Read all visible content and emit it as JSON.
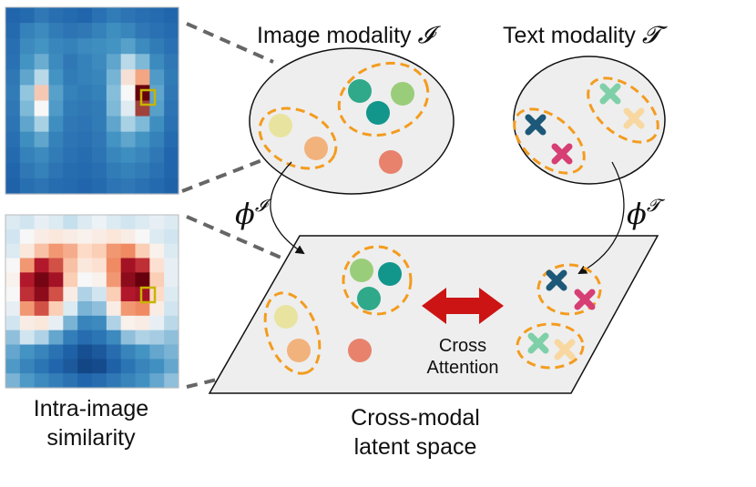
{
  "labels": {
    "image_modality": "Image modality",
    "image_symbol": "𝓘",
    "text_modality": "Text modality",
    "text_symbol": "𝓣",
    "phi": "ϕ",
    "cross_attention_line1": "Cross",
    "cross_attention_line2": "Attention",
    "intra_line1": "Intra-image",
    "intra_line2": "similarity",
    "latent_line1": "Cross-modal",
    "latent_line2": "latent space"
  },
  "colors": {
    "cluster_outline": "#f39c1f",
    "teal_dark": "#12968c",
    "teal": "#2fa98a",
    "green_light": "#9acd7a",
    "yellow_light": "#e8e4a0",
    "orange": "#f2b27c",
    "coral": "#e8826c",
    "navy": "#1d5878",
    "magenta": "#d63f74",
    "mint": "#7fd0a8",
    "peach": "#f8d8a0",
    "arrow_red": "#cc1414",
    "ellipse_fill": "#eeeeee"
  },
  "heatmaps": {
    "top": {
      "cmap": "blue",
      "grid": [
        [
          0.3,
          0.32,
          0.4,
          0.35,
          0.32,
          0.3,
          0.36,
          0.42,
          0.38,
          0.35,
          0.33,
          0.3
        ],
        [
          0.32,
          0.45,
          0.5,
          0.42,
          0.38,
          0.4,
          0.45,
          0.52,
          0.48,
          0.4,
          0.36,
          0.33
        ],
        [
          0.35,
          0.5,
          0.55,
          0.48,
          0.45,
          0.5,
          0.52,
          0.55,
          0.6,
          0.5,
          0.42,
          0.36
        ],
        [
          0.36,
          0.55,
          0.65,
          0.5,
          0.4,
          0.45,
          0.5,
          0.62,
          0.8,
          0.7,
          0.5,
          0.4
        ],
        [
          0.4,
          0.62,
          0.8,
          0.55,
          0.42,
          0.45,
          0.48,
          0.68,
          0.9,
          0.95,
          0.58,
          0.42
        ],
        [
          0.42,
          0.75,
          0.92,
          0.6,
          0.45,
          0.42,
          0.45,
          0.72,
          0.88,
          1.0,
          0.62,
          0.4
        ],
        [
          0.4,
          0.7,
          0.88,
          0.58,
          0.42,
          0.4,
          0.42,
          0.7,
          0.85,
          0.98,
          0.6,
          0.38
        ],
        [
          0.38,
          0.62,
          0.78,
          0.52,
          0.4,
          0.38,
          0.42,
          0.62,
          0.78,
          0.7,
          0.52,
          0.36
        ],
        [
          0.35,
          0.52,
          0.62,
          0.45,
          0.38,
          0.36,
          0.4,
          0.55,
          0.62,
          0.55,
          0.45,
          0.33
        ],
        [
          0.32,
          0.45,
          0.5,
          0.42,
          0.36,
          0.34,
          0.38,
          0.48,
          0.52,
          0.48,
          0.4,
          0.3
        ],
        [
          0.3,
          0.4,
          0.45,
          0.38,
          0.34,
          0.32,
          0.35,
          0.42,
          0.45,
          0.42,
          0.36,
          0.3
        ],
        [
          0.28,
          0.35,
          0.38,
          0.34,
          0.32,
          0.3,
          0.32,
          0.38,
          0.4,
          0.36,
          0.32,
          0.28
        ]
      ]
    },
    "bottom": {
      "cmap": "diverging",
      "grid": [
        [
          0.5,
          0.48,
          0.52,
          0.5,
          0.47,
          0.5,
          0.53,
          0.5,
          0.48,
          0.5,
          0.52,
          0.5
        ],
        [
          0.48,
          0.55,
          0.6,
          0.62,
          0.6,
          0.58,
          0.6,
          0.63,
          0.6,
          0.55,
          0.5,
          0.48
        ],
        [
          0.5,
          0.62,
          0.72,
          0.78,
          0.75,
          0.68,
          0.7,
          0.78,
          0.8,
          0.7,
          0.58,
          0.5
        ],
        [
          0.55,
          0.78,
          0.9,
          0.85,
          0.72,
          0.62,
          0.65,
          0.8,
          0.92,
          0.88,
          0.65,
          0.52
        ],
        [
          0.58,
          0.9,
          0.98,
          0.92,
          0.7,
          0.55,
          0.58,
          0.78,
          0.95,
          1.0,
          0.7,
          0.52
        ],
        [
          0.55,
          0.88,
          0.95,
          0.85,
          0.6,
          0.45,
          0.48,
          0.7,
          0.9,
          0.92,
          0.68,
          0.5
        ],
        [
          0.52,
          0.78,
          0.85,
          0.7,
          0.5,
          0.4,
          0.42,
          0.6,
          0.78,
          0.8,
          0.6,
          0.48
        ],
        [
          0.48,
          0.6,
          0.62,
          0.52,
          0.4,
          0.3,
          0.32,
          0.45,
          0.58,
          0.6,
          0.52,
          0.46
        ],
        [
          0.42,
          0.48,
          0.45,
          0.38,
          0.28,
          0.22,
          0.25,
          0.32,
          0.42,
          0.45,
          0.44,
          0.42
        ],
        [
          0.38,
          0.35,
          0.3,
          0.24,
          0.18,
          0.12,
          0.15,
          0.22,
          0.3,
          0.35,
          0.38,
          0.4
        ],
        [
          0.36,
          0.3,
          0.25,
          0.2,
          0.15,
          0.08,
          0.1,
          0.18,
          0.25,
          0.3,
          0.34,
          0.38
        ],
        [
          0.4,
          0.36,
          0.32,
          0.28,
          0.24,
          0.2,
          0.22,
          0.26,
          0.3,
          0.34,
          0.38,
          0.42
        ]
      ]
    }
  }
}
